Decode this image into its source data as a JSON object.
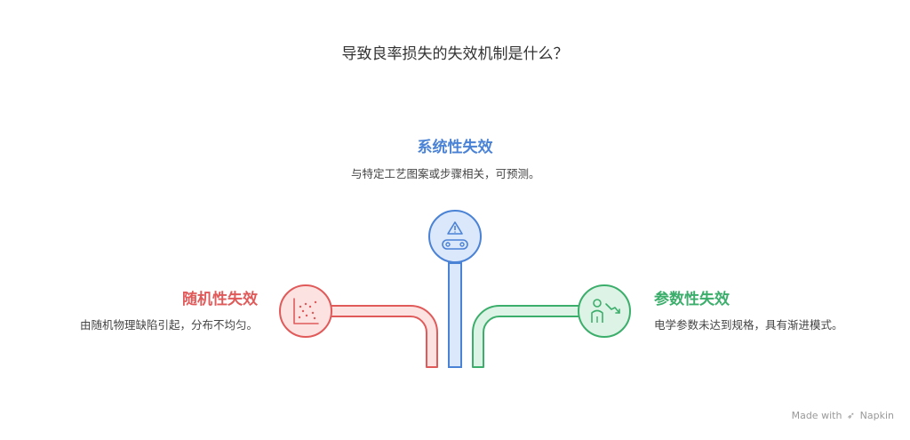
{
  "title": "导致良率损失的失效机制是什么？",
  "branches": {
    "systematic": {
      "heading": "系统性失效",
      "description": "与特定工艺图案或步骤相关，可预测。",
      "icon": "warning-conveyor-icon",
      "color": "#4a82d6"
    },
    "random": {
      "heading": "随机性失效",
      "description": "由随机物理缺陷引起，分布不均匀。",
      "icon": "scatter-plot-icon",
      "color": "#e05a5a"
    },
    "parametric": {
      "heading": "参数性失效",
      "description": "电学参数未达到规格，具有渐进模式。",
      "icon": "person-target-icon",
      "color": "#3cae6b"
    }
  },
  "footer": {
    "made_with": "Made with",
    "brand": "Napkin"
  }
}
